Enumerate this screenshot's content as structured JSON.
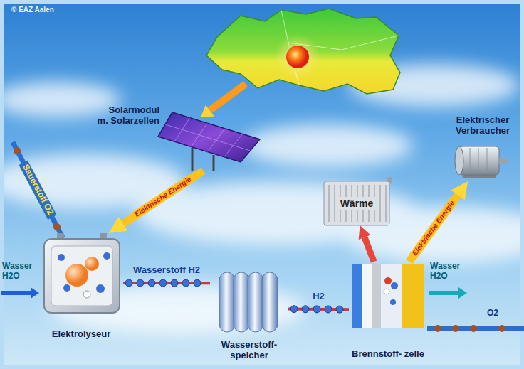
{
  "diagram": {
    "nodes": [
      {
        "text": [
          "Solarmodul m. Solarzellen"
        ]
      },
      {
        "text": [
          "Elektrischer Verbraucher"
        ]
      },
      {
        "text": [
          "Wärme"
        ]
      },
      {
        "text": [
          "Elektrolyseur"
        ]
      },
      {
        "text": [
          "Wasserstoff- speicher"
        ]
      },
      {
        "text": [
          "Brennstoff- zelle"
        ]
      }
    ],
    "edges": [
      {
        "from": 0,
        "to": 3,
        "arrow": "to",
        "label": "Elektrische Energie"
      },
      {
        "from": 3,
        "to": 4,
        "arrow": "none",
        "label": "Wasserstoff H2"
      },
      {
        "from": 4,
        "to": 5,
        "arrow": "none",
        "label": "H2"
      },
      {
        "from": 5,
        "to": 2,
        "arrow": "to"
      },
      {
        "from": 5,
        "to": 1,
        "arrow": "to",
        "label": "Elektrische Energie"
      }
    ],
    "labels": [
      "© EAZ Aalen",
      "Sauerstoff O2",
      "Wasser H2O",
      "Wasser H2O",
      "O2"
    ]
  }
}
